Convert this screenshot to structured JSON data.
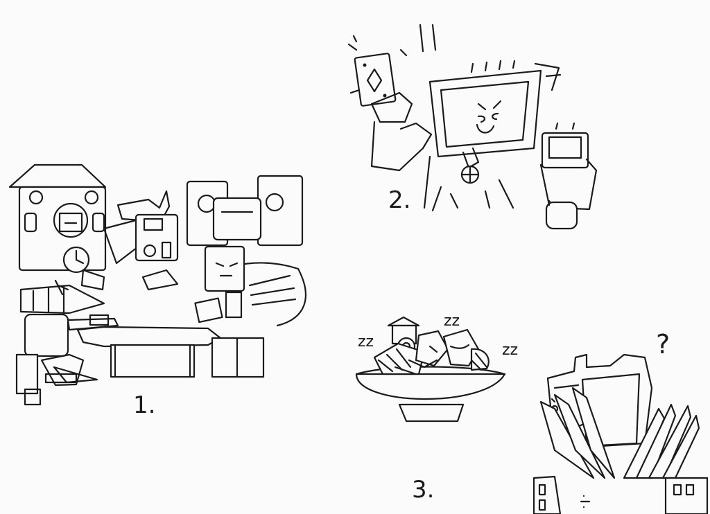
{
  "panels": [
    {
      "id": "panel-1",
      "label": "1."
    },
    {
      "id": "panel-2",
      "label": "2."
    },
    {
      "id": "panel-3",
      "label": "3."
    }
  ],
  "sleep_marks": [
    "zz",
    "zz",
    "zz"
  ],
  "question_mark": "?",
  "colors": {
    "background": "#fbfbfb",
    "ink": "#1b1b1b"
  }
}
